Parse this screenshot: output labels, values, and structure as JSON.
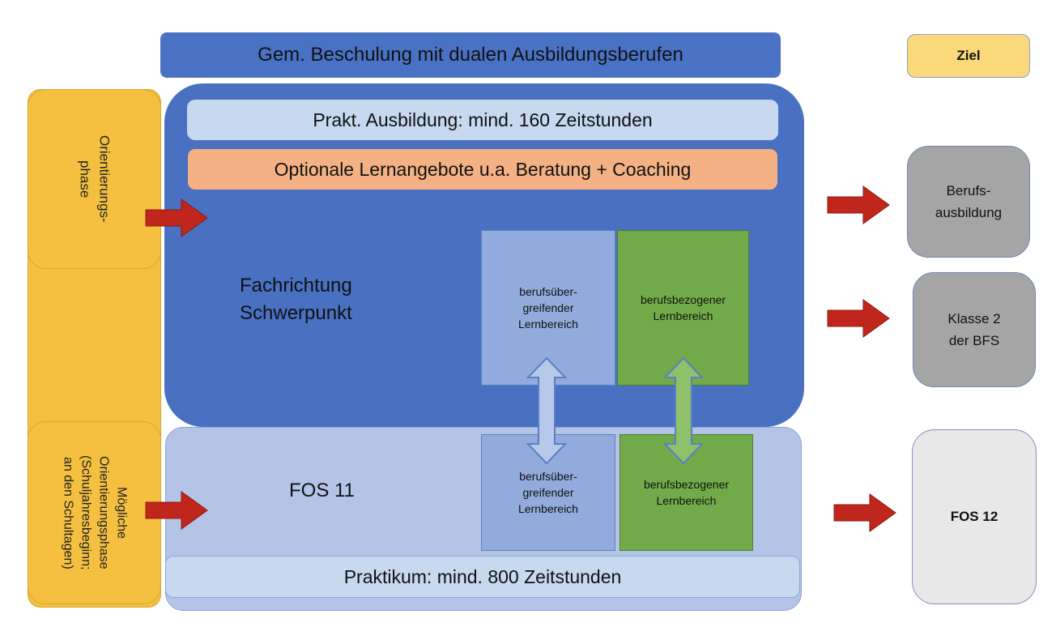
{
  "header": {
    "title": "Gem. Beschulung mit dualen Ausbildungsberufen"
  },
  "legend": {
    "ziel": "Ziel"
  },
  "left": {
    "orient_phase": "Orientierungs-\nphase",
    "moegliche_phase": "Mögliche\nOrientierungsphase\n(Schuljahresbeginn;\nan den Schultagen)"
  },
  "bfs": {
    "prakt": "Prakt. Ausbildung: mind. 160 Zeitstunden",
    "optional": "Optionale Lernangebote u.a. Beratung + Coaching",
    "fach": "Fachrichtung\nSchwerpunkt",
    "ueber": "berufsüber-\ngreifender\nLernbereich",
    "bezogen": "berufsbezogener\nLernbereich"
  },
  "fos": {
    "label": "FOS 11",
    "ueber": "berufsüber-\ngreifender\nLernbereich",
    "bezogen": "berufsbezogener\nLernbereich",
    "praktikum": "Praktikum: mind. 800 Zeitstunden"
  },
  "goals": {
    "ausbildung": "Berufs-\nausbildung",
    "klasse2": "Klasse 2\nder BFS",
    "fos12": "FOS 12"
  },
  "colors": {
    "header_blue": "#4a72c4",
    "main_blue": "#4a70c2",
    "light_blue_bar": "#c6d9ef",
    "orange_bar": "#f4b183",
    "yellow": "#f5c040",
    "legend_yellow": "#fad97a",
    "fos_bg": "#b4c4e6",
    "lern_blue": "#92aadc",
    "lern_green": "#72aa4a",
    "grey_dark": "#a5a5a5",
    "grey_light": "#e8e8e8",
    "arrow_red": "#c0261c"
  }
}
